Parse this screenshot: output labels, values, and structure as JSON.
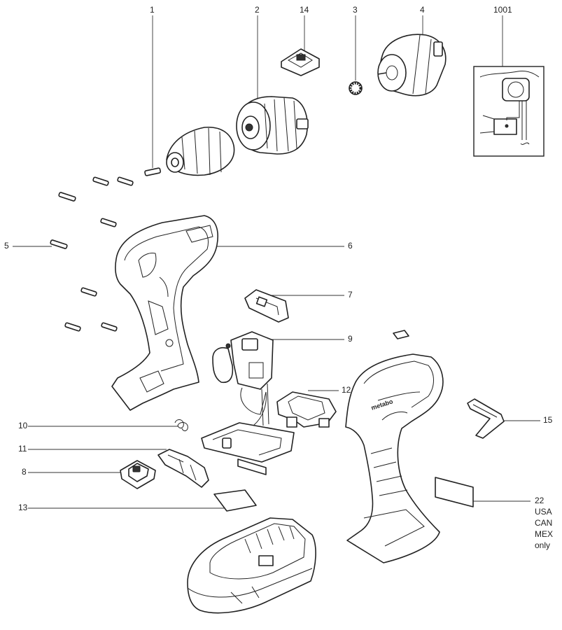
{
  "callouts": [
    {
      "id": "c1",
      "text": "1"
    },
    {
      "id": "c2",
      "text": "2"
    },
    {
      "id": "c14",
      "text": "14"
    },
    {
      "id": "c3",
      "text": "3"
    },
    {
      "id": "c4",
      "text": "4"
    },
    {
      "id": "c1001",
      "text": "1001"
    },
    {
      "id": "c5",
      "text": "5"
    },
    {
      "id": "c6",
      "text": "6"
    },
    {
      "id": "c7",
      "text": "7"
    },
    {
      "id": "c9",
      "text": "9"
    },
    {
      "id": "c12",
      "text": "12"
    },
    {
      "id": "c15",
      "text": "15"
    },
    {
      "id": "c10",
      "text": "10"
    },
    {
      "id": "c11",
      "text": "11"
    },
    {
      "id": "c8",
      "text": "8"
    },
    {
      "id": "c13",
      "text": "13"
    }
  ],
  "note_22": [
    "22",
    "USA",
    "CAN",
    "MEX",
    "only"
  ],
  "brand_mark": "metabo"
}
